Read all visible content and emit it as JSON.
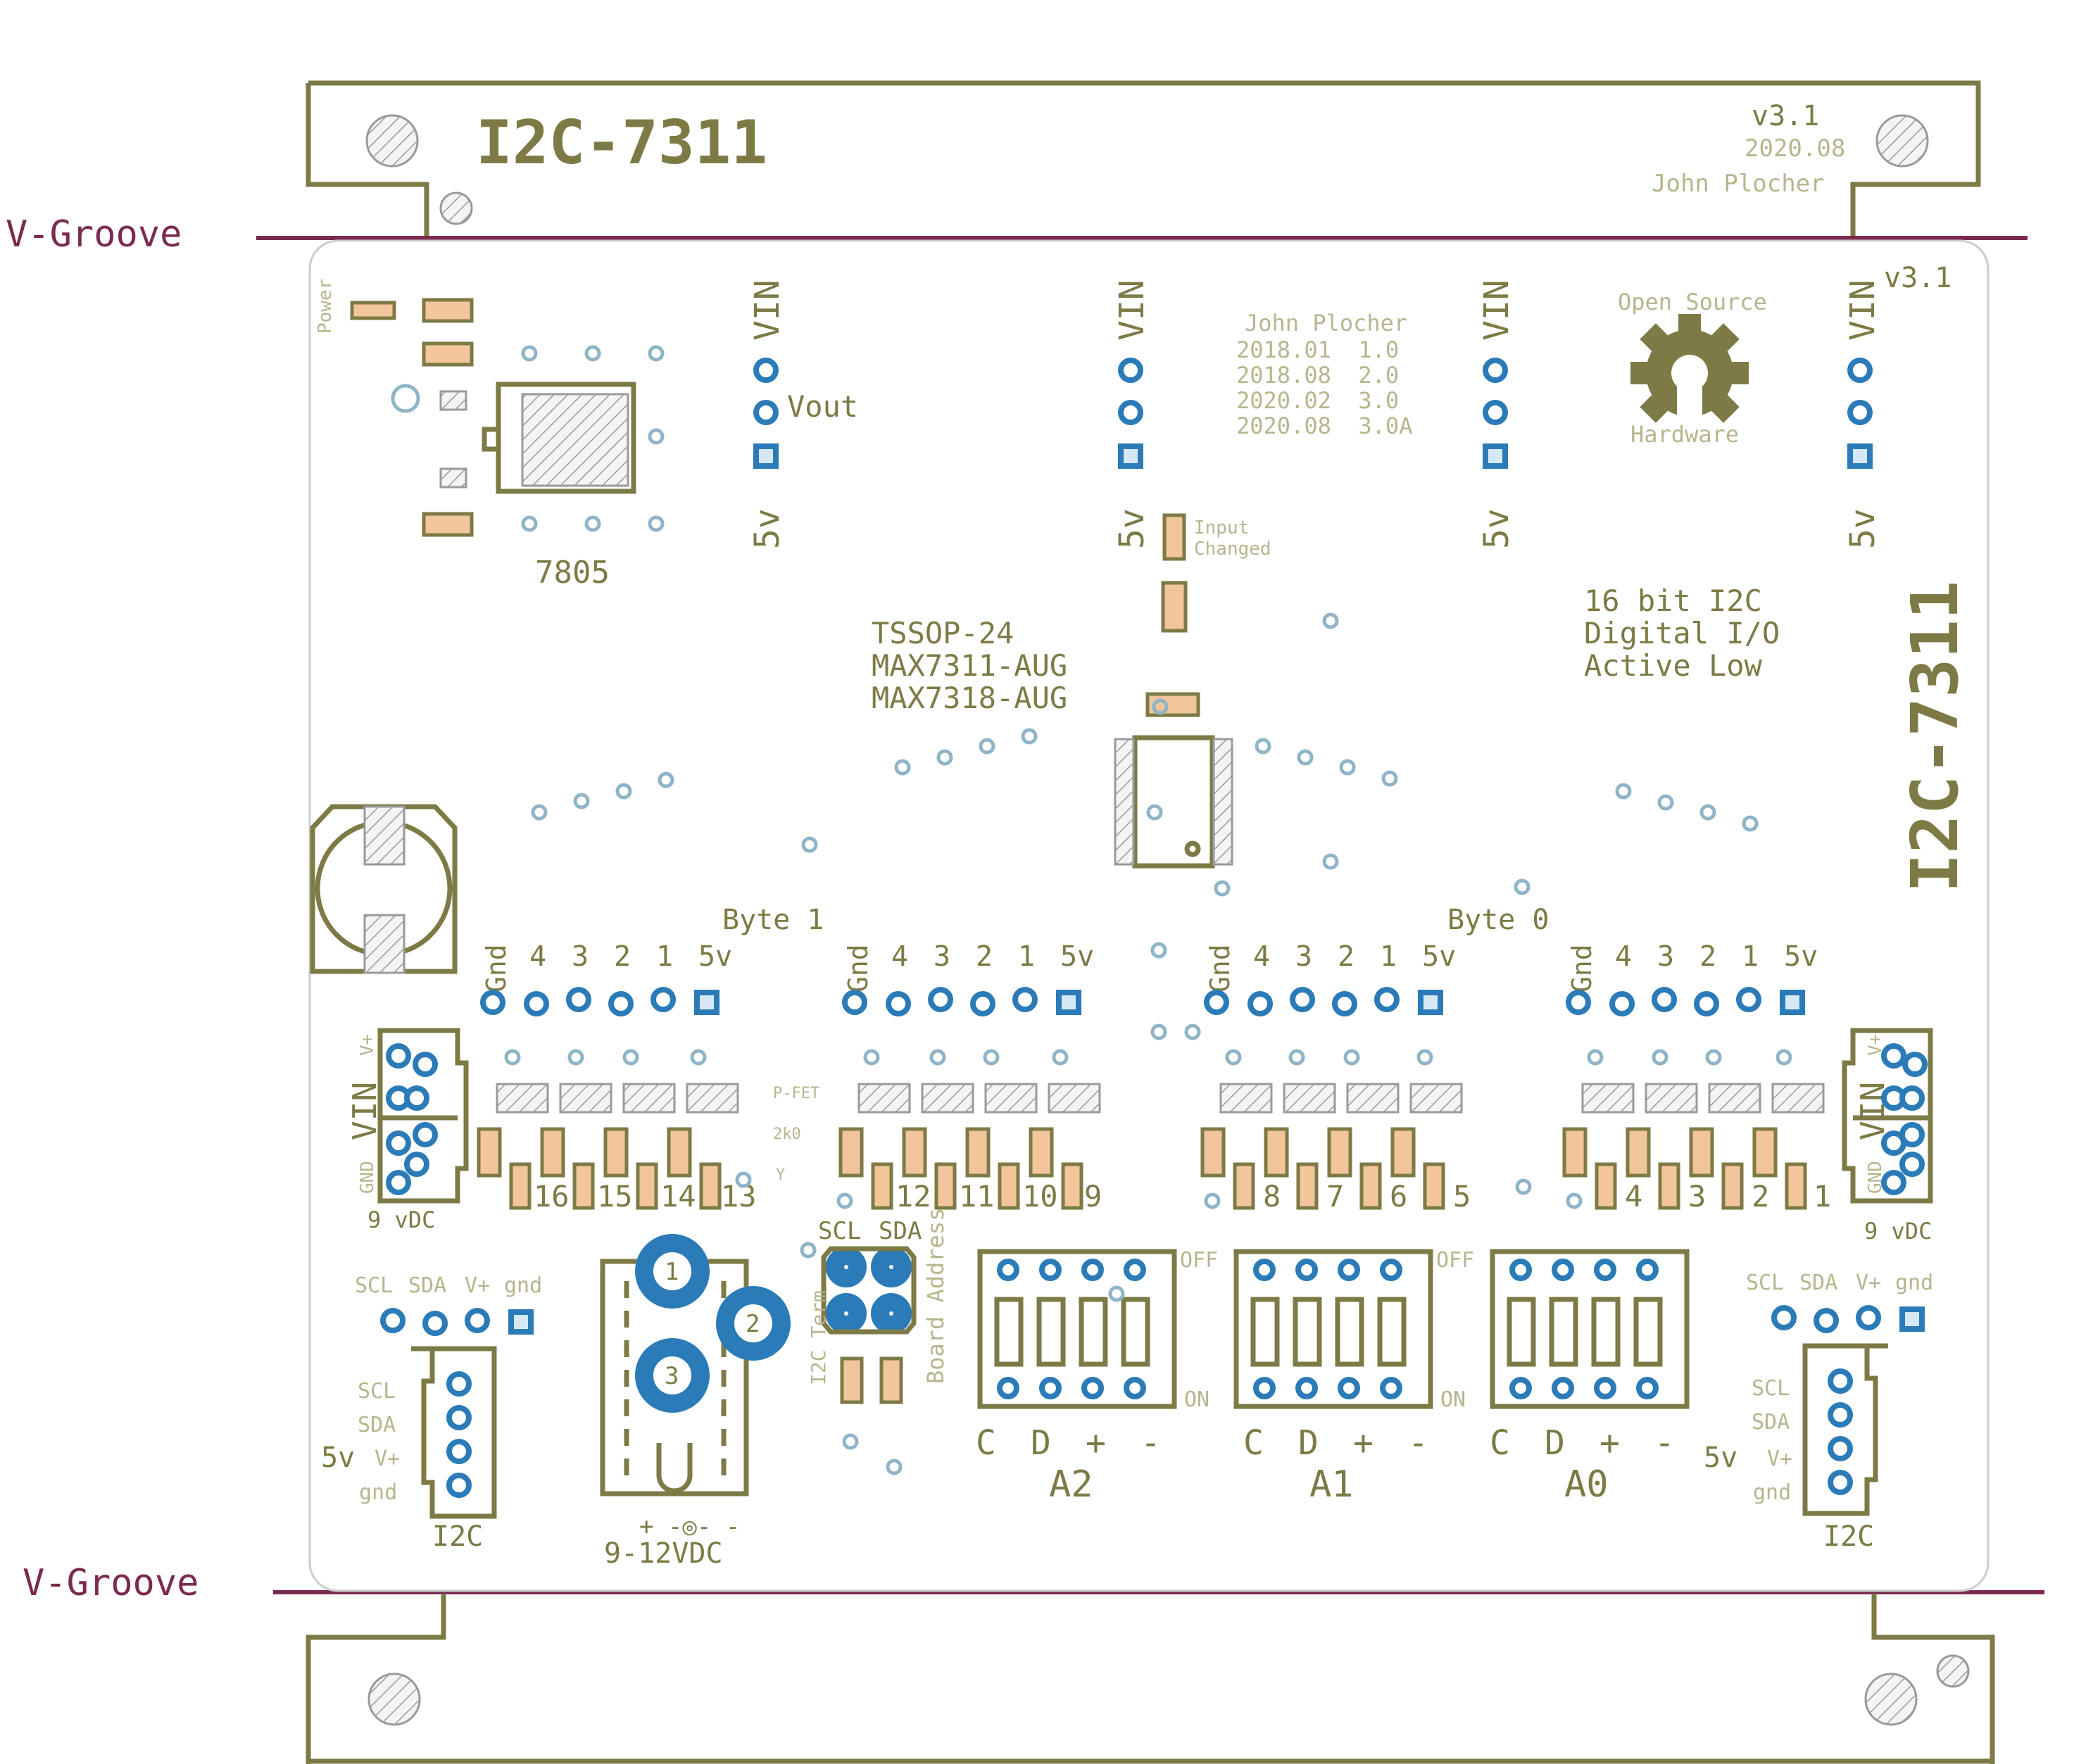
{
  "colors": {
    "silkscreen": "#7d7a45",
    "vgroove": "#7a2a50",
    "pad": "#2a7bb8",
    "smd_pad": "#f3c59b"
  },
  "tab_top": {
    "title": "I2C-7311",
    "version": "v3.1",
    "date": "2020.08",
    "author": "John Plocher"
  },
  "vgroove_label": "V-Groove",
  "power": {
    "power_led_label": "Power",
    "regulator_label": "7805",
    "vout_label": "Vout"
  },
  "header_labels": {
    "vin": "VIN",
    "five_v": "5v"
  },
  "revision_block": {
    "author": "John Plocher",
    "history": [
      "2018.01  1.0",
      "2018.08  2.0",
      "2020.02  3.0",
      "2020.08  3.0A"
    ]
  },
  "oshw": {
    "top": "Open Source",
    "bottom": "Hardware"
  },
  "board_version": "v3.1",
  "input_changed": [
    "Input",
    "Changed"
  ],
  "chip_labels": [
    "TSSOP-24",
    "MAX7311-AUG",
    "MAX7318-AUG"
  ],
  "description": [
    "16 bit I2C",
    "Digital I/O",
    "Active Low"
  ],
  "side_title": "I2C-7311",
  "bytes": {
    "byte1": "Byte 1",
    "byte0": "Byte 0"
  },
  "io_header_labels": [
    "Gnd",
    "4",
    "3",
    "2",
    "1",
    "5v"
  ],
  "side_part_labels": [
    "P-FET",
    "2k0",
    "Y"
  ],
  "bit_numbers": [
    "16",
    "15",
    "14",
    "13",
    "12",
    "11",
    "10",
    "9",
    "8",
    "7",
    "6",
    "5",
    "4",
    "3",
    "2",
    "1"
  ],
  "vin_connector": {
    "vplus": "V+",
    "vin": "VIN",
    "gnd": "GND",
    "rating": "9 vDC"
  },
  "i2c_header_labels": [
    "SCL",
    "SDA",
    "V+",
    "gnd"
  ],
  "i2c_connector": {
    "title": "I2C",
    "five_v": "5v",
    "pins": [
      "SCL",
      "SDA",
      "V+",
      "gnd"
    ]
  },
  "barrel_jack": {
    "pins": [
      "1",
      "2",
      "3"
    ],
    "polarity": "+ -◎- -",
    "rating": "9-12VDC"
  },
  "i2c_term": {
    "scl": "SCL",
    "sda": "SDA",
    "label": "I2C Term"
  },
  "board_address": "Board Address",
  "dip_labels": {
    "off": "OFF",
    "on": "ON",
    "columns": [
      "C",
      "D",
      "+",
      "-"
    ],
    "names": [
      "A2",
      "A1",
      "A0"
    ]
  }
}
